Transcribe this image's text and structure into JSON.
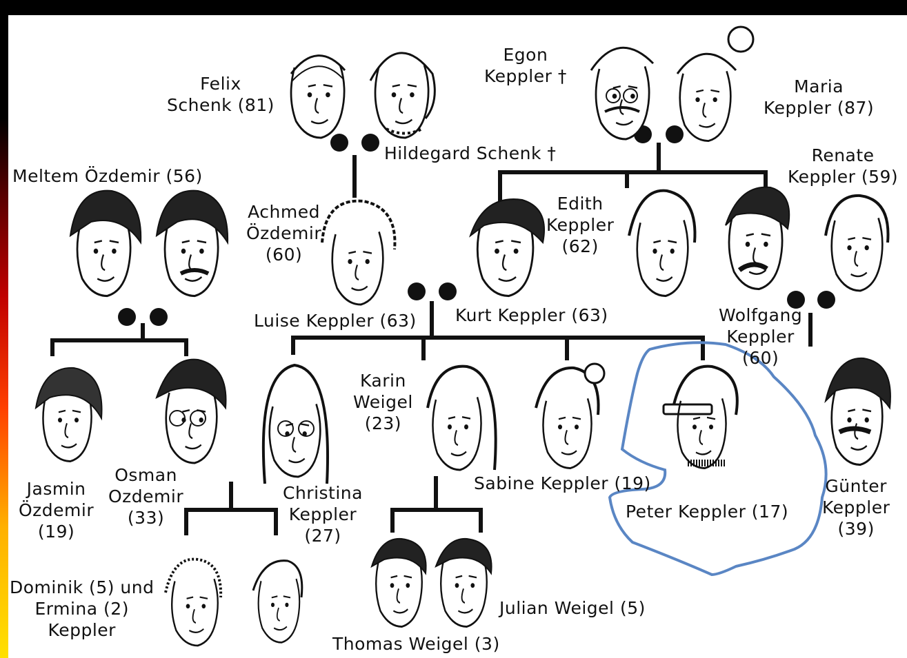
{
  "people": {
    "felix": {
      "line1": "Felix",
      "line2": "Schenk (81)"
    },
    "hildegard": "Hildegard Schenk †",
    "egon": {
      "line1": "Egon",
      "line2": "Keppler †"
    },
    "maria": {
      "line1": "Maria",
      "line2": "Keppler (87)"
    },
    "meltem": "Meltem Özdemir (56)",
    "achmed": {
      "line1": "Achmed",
      "line2": "Özdemir",
      "line3": "(60)"
    },
    "edith": {
      "line1": "Edith",
      "line2": "Keppler",
      "line3": "(62)"
    },
    "renate": {
      "line1": "Renate",
      "line2": "Keppler (59)"
    },
    "luise": "Luise Keppler (63)",
    "kurt": "Kurt Keppler (63)",
    "wolfgang": {
      "line1": "Wolfgang",
      "line2": "Keppler",
      "line3": "(60)"
    },
    "karin": {
      "line1": "Karin",
      "line2": "Weigel",
      "line3": "(23)"
    },
    "jasmin": {
      "line1": "Jasmin",
      "line2": "Özdemir",
      "line3": "(19)"
    },
    "osman": {
      "line1": "Osman",
      "line2": "Ozdemir",
      "line3": "(33)"
    },
    "christina": {
      "line1": "Christina",
      "line2": "Keppler",
      "line3": "(27)"
    },
    "sabine": "Sabine Keppler (19)",
    "peter": "Peter Keppler (17)",
    "guenter": {
      "line1": "Günter",
      "line2": "Keppler",
      "line3": "(39)"
    },
    "dominik": {
      "line1": "Dominik (5) und",
      "line2": "Ermina (2)",
      "line3": "Keppler"
    },
    "thomas": "Thomas Weigel (3)",
    "julian": "Julian Weigel (5)"
  },
  "colors": {
    "highlight": "#5a86c4",
    "line": "#111111",
    "background": "#ffffff"
  }
}
